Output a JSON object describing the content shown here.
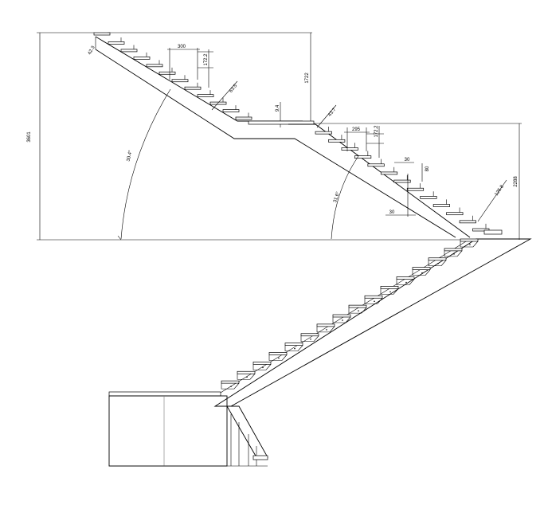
{
  "drawing": {
    "dimensions": {
      "total_height": "3601",
      "upper_flight_height": "1722",
      "lower_flight_height": "2288",
      "landing_thickness": "9.4",
      "upper_tread_depth": "300",
      "upper_riser": "172.2",
      "lower_tread_depth": "295",
      "lower_riser": "172.2",
      "tread_thickness": "80",
      "nosing_depth": "30",
      "bottom_nosing": "30",
      "upper_top_offset": "42.3",
      "upper_stringer_width": "63.5",
      "lower_top_offset": "43.7",
      "lower_stringer_width": "125.8"
    },
    "angles": {
      "upper": "30.4°",
      "lower": "31.6°"
    }
  }
}
